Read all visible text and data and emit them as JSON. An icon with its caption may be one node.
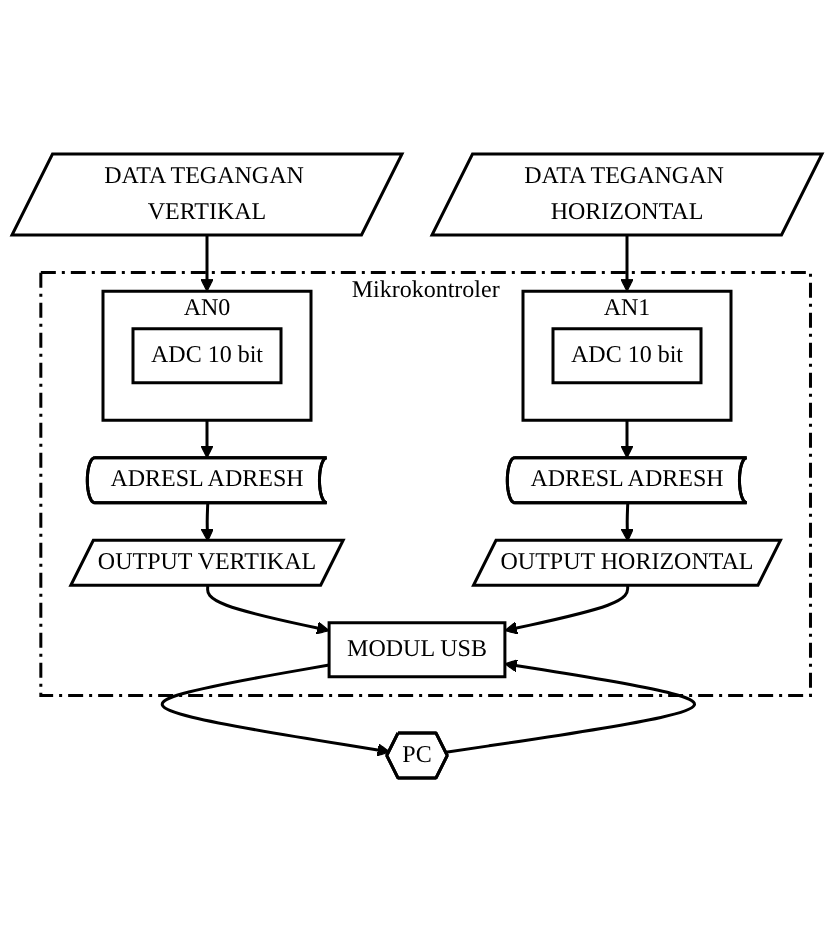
{
  "diagram": {
    "nodes": [
      {
        "text": [
          "DATA TEGANGAN VERTIKAL"
        ]
      },
      {
        "text": [
          "DATA TEGANGAN HORIZONTAL"
        ]
      },
      {
        "text": [
          "Mikrokontroler"
        ]
      },
      {
        "text": [
          "AN0"
        ],
        "in": 2
      },
      {
        "text": [
          "ADC 10 bit"
        ],
        "in": 3
      },
      {
        "text": [
          "AN1"
        ],
        "in": 2
      },
      {
        "text": [
          "ADC 10 bit"
        ],
        "in": 5
      },
      {
        "text": [
          "ADRESL ADRESH"
        ],
        "in": 2
      },
      {
        "text": [
          "ADRESL ADRESH"
        ],
        "in": 2
      },
      {
        "text": [
          "OUTPUT VERTIKAL"
        ],
        "in": 2
      },
      {
        "text": [
          "OUTPUT HORIZONTAL"
        ],
        "in": 2
      },
      {
        "text": [
          "MODUL USB"
        ],
        "in": 2
      },
      {
        "text": [
          "PC"
        ]
      }
    ],
    "edges": [
      {
        "from": 0,
        "to": 3,
        "arrow": "to"
      },
      {
        "from": 1,
        "to": 5,
        "arrow": "to"
      },
      {
        "from": 3,
        "to": 7,
        "arrow": "to"
      },
      {
        "from": 5,
        "to": 8,
        "arrow": "to"
      },
      {
        "from": 7,
        "to": 9,
        "arrow": "to"
      },
      {
        "from": 8,
        "to": 10,
        "arrow": "to"
      },
      {
        "from": 9,
        "to": 11,
        "arrow": "to"
      },
      {
        "from": 10,
        "to": 11,
        "arrow": "to"
      },
      {
        "from": 11,
        "to": 12,
        "arrow": "to"
      },
      {
        "from": 12,
        "to": 11,
        "arrow": "to"
      }
    ]
  }
}
